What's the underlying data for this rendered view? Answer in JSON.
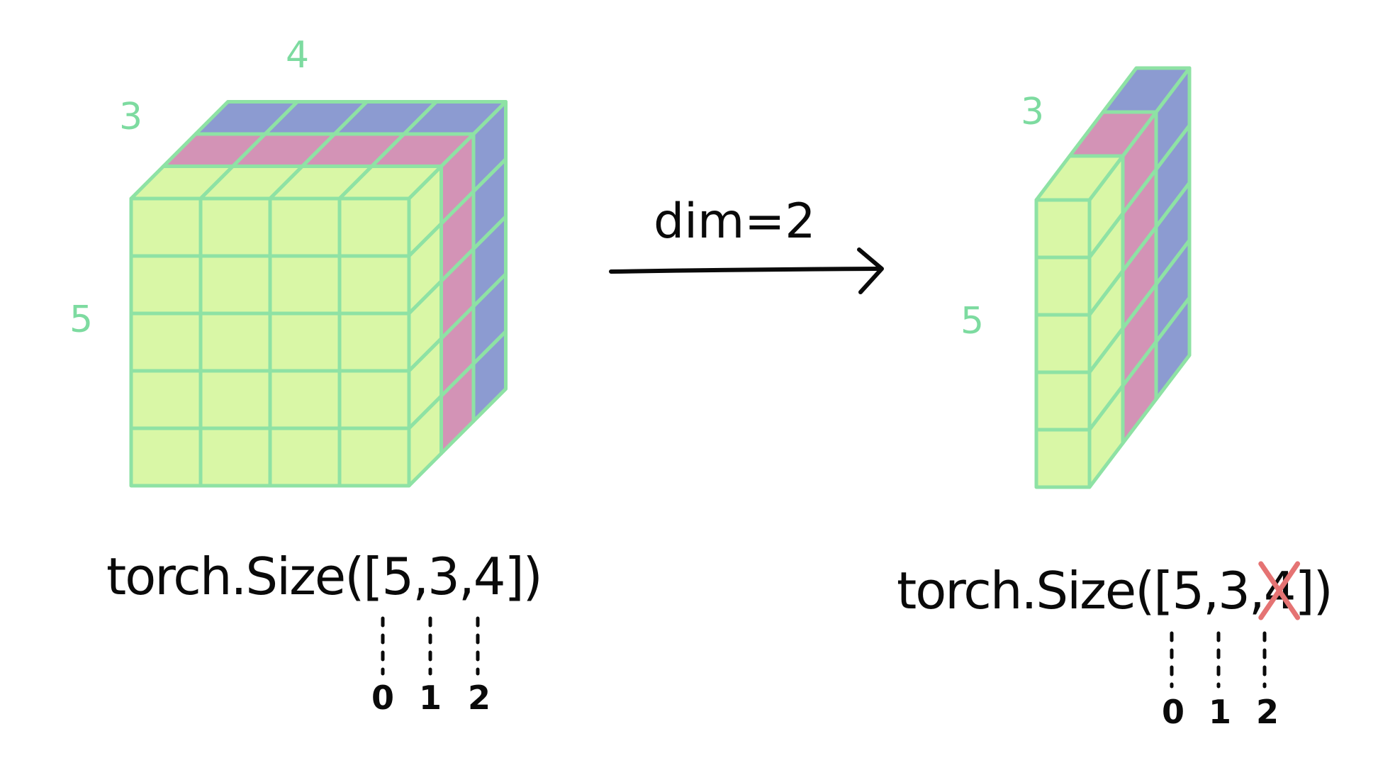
{
  "colors": {
    "front": "#d9f7a6",
    "middle": "#d393b6",
    "back": "#8c9bd1",
    "edge": "#8ee2a4",
    "label": "#7ddba0",
    "ink": "#0a0a0a",
    "cross": "#e57373"
  },
  "left": {
    "dims": {
      "d0": "5",
      "d1": "3",
      "d2": "4"
    },
    "caption": "torch.Size([5,3,4])",
    "index_labels": [
      "0",
      "1",
      "2"
    ]
  },
  "operation": {
    "label": "dim=2"
  },
  "right": {
    "dims": {
      "d0": "5",
      "d1": "3"
    },
    "caption_prefix": "torch.Size([5,3,",
    "caption_removed": "4",
    "caption_suffix": "])",
    "index_labels": [
      "0",
      "1",
      "2"
    ]
  }
}
